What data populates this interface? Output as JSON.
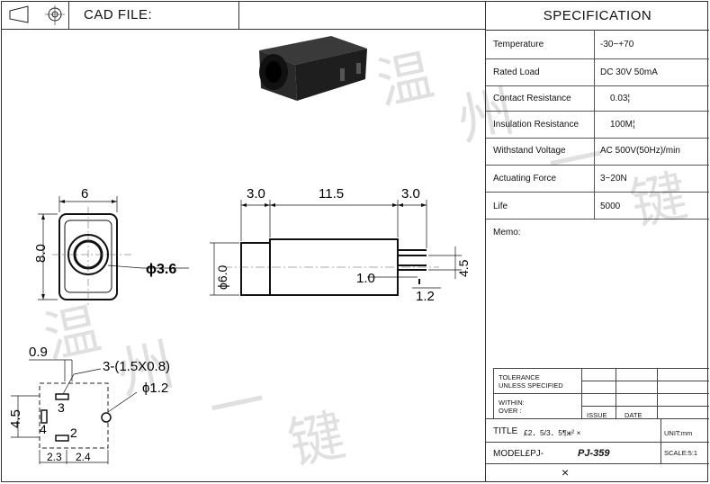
{
  "header": {
    "cad_label": "CAD FILE:"
  },
  "spec": {
    "title": "SPECIFICATION",
    "rows": [
      {
        "key": "Temperature",
        "value": "-30~+70"
      },
      {
        "key": "Rated Load",
        "value": "DC 30V 50mA"
      },
      {
        "key": "Contact Resistance",
        "value": "0.03¦"
      },
      {
        "key": "Insulation Resistance",
        "value": "100M¦"
      },
      {
        "key": "Withstand Voltage",
        "value": "AC 500V(50Hz)/min"
      },
      {
        "key": "Actuating Force",
        "value": "3~20N"
      },
      {
        "key": "Life",
        "value": "5000"
      }
    ],
    "memo": "Memo:"
  },
  "title_block": {
    "tolerance": "TOLERANCE\nUNLESS SPECIFIED",
    "within": "WITHIN:\nOVER :",
    "issue": "ISSUE",
    "date": "DATE",
    "title_label": "TITLE",
    "title_value": "£2．5/3．5¶ж² ×",
    "unit": "UNIT:mm",
    "model_label": "MODEL£PJ-",
    "model_value": "PJ-359",
    "scale": "SCALE:5:1",
    "footer_mark": "×"
  },
  "dims": {
    "front_w": "6",
    "front_h": "8.0",
    "front_hole": "ϕ3.6",
    "side_l1": "3.0",
    "side_l2": "11.5",
    "side_l3": "3.0",
    "side_dia": "ϕ6.0",
    "pin_len": "1.0",
    "pin_pitch": "4.5",
    "pin_off": "1.2",
    "bottom_09": "0.9",
    "slot": "3-(1.5X0.8)",
    "hole": "ϕ1.2",
    "b_h": "4.5",
    "p3": "3",
    "p4": "4",
    "p2": "2",
    "b23": "2.3",
    "b24": "2.4"
  },
  "watermark": [
    "温",
    "州",
    "一",
    "键"
  ]
}
